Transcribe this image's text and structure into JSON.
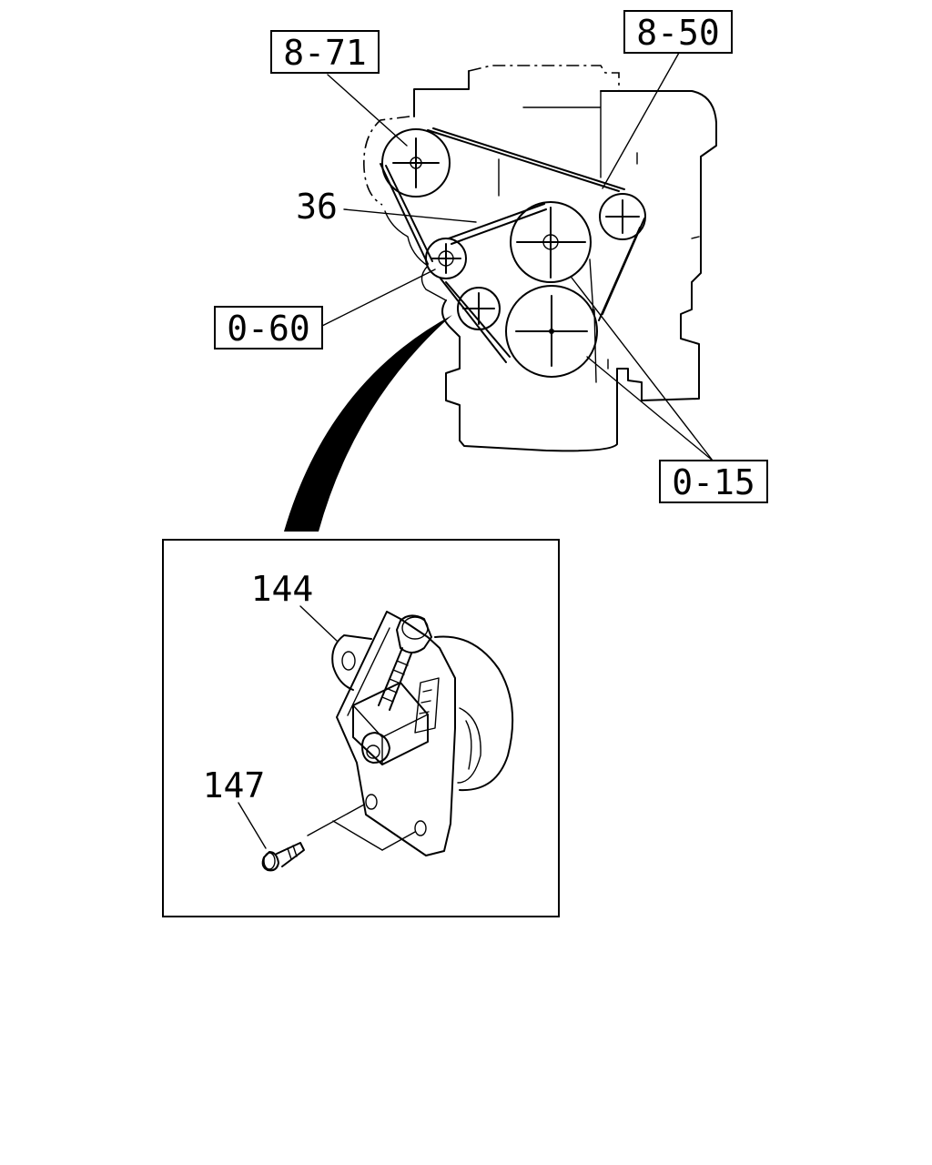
{
  "callouts": {
    "ref_8_71": "8-71",
    "ref_8_50": "8-50",
    "ref_0_60": "0-60",
    "ref_0_15": "0-15"
  },
  "parts": {
    "belt": "36",
    "tensioner": "144",
    "bolt": "147"
  }
}
